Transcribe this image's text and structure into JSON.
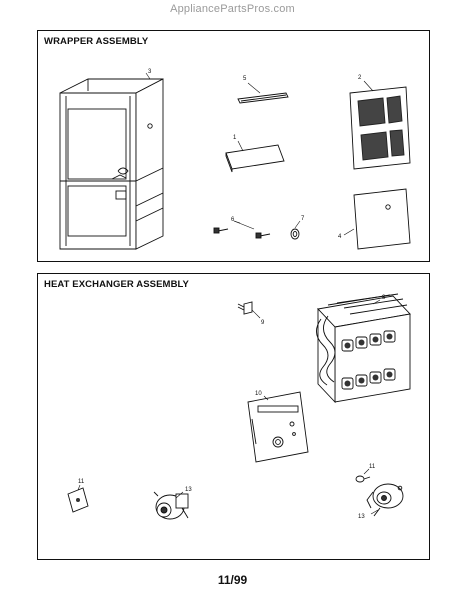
{
  "watermark": "AppliancePartsPros.com",
  "sections": {
    "wrapper": {
      "title": "WRAPPER ASSEMBLY",
      "callouts": [
        "3",
        "5",
        "2",
        "1",
        "6",
        "7",
        "4"
      ]
    },
    "heat_exchanger": {
      "title": "HEAT EXCHANGER ASSEMBLY",
      "callouts": [
        "9",
        "8",
        "10",
        "11",
        "13",
        "11",
        "13"
      ]
    }
  },
  "page_number": "11/99"
}
